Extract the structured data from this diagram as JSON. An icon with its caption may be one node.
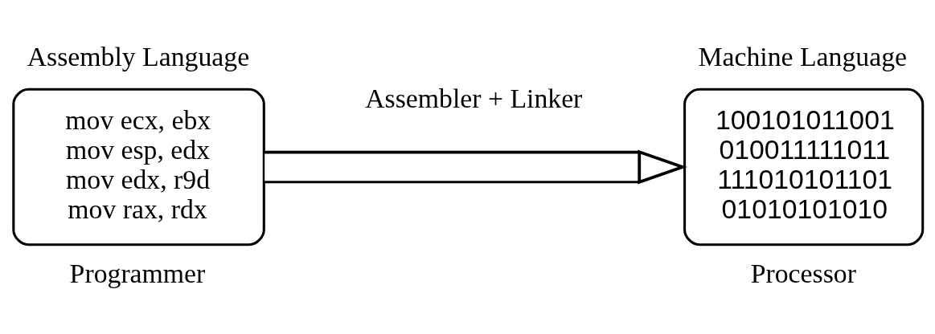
{
  "diagram": {
    "nodes": [
      {
        "text": [
          "Assembly Language",
          "mov ecx, ebx",
          "mov esp, edx",
          "mov edx, r9d",
          "mov rax, rdx"
        ],
        "beside": [
          "Programmer"
        ]
      },
      {
        "text": [
          "Machine Language",
          "100101011001",
          "010011111011",
          "111010101101",
          "01010101010"
        ],
        "beside": [
          "Processor"
        ]
      }
    ],
    "edges": [
      {
        "from": 0,
        "to": 1,
        "arrow": "to",
        "label": "Assembler + Linker"
      }
    ]
  }
}
